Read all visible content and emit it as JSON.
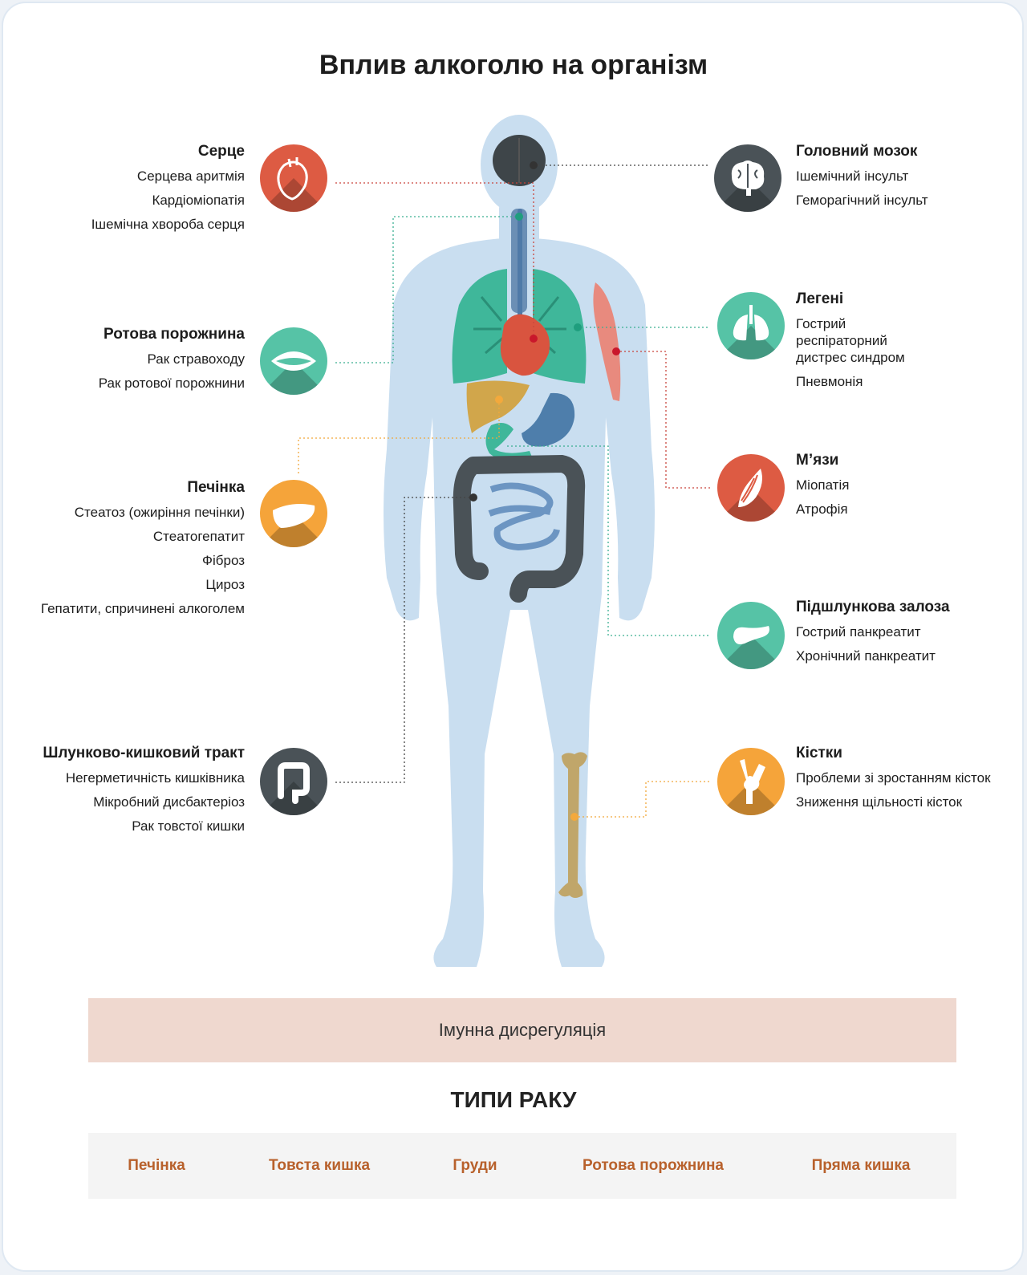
{
  "title": "Вплив алкоголю на організм",
  "left_groups": [
    {
      "heading": "Серце",
      "items": [
        "Серцева аритмія",
        "Кардіоміопатія",
        "Ішемічна хвороба серця"
      ],
      "icon": "heart-icon",
      "color": "#dd5b43"
    },
    {
      "heading": "Ротова порожнина",
      "items": [
        "Рак стравоходу",
        "Рак ротової порожнини"
      ],
      "icon": "mouth-icon",
      "color": "#56c3a6"
    },
    {
      "heading": "Печінка",
      "items": [
        "Стеатоз (ожиріння печінки)",
        "Стеатогепатит",
        "Фіброз",
        "Цироз",
        "Гепатити, спричинені алкоголем"
      ],
      "icon": "liver-icon",
      "color": "#f5a43a"
    },
    {
      "heading": "Шлунково-кишковий тракт",
      "items": [
        "Негерметичність кишківника",
        "Мікробний дисбактеріоз",
        "Рак товстої кишки"
      ],
      "icon": "intestine-icon",
      "color": "#4a5257"
    }
  ],
  "right_groups": [
    {
      "heading": "Головний мозок",
      "items": [
        "Ішемічний інсульт",
        "Геморагічний інсульт"
      ],
      "icon": "brain-icon",
      "color": "#4a5257"
    },
    {
      "heading": "Легені",
      "items": [
        "Гострий респіраторний дистрес синдром",
        "Пневмонія"
      ],
      "icon": "lungs-icon",
      "color": "#56c3a6"
    },
    {
      "heading": "М’язи",
      "items": [
        "Міопатія",
        "Атрофія"
      ],
      "icon": "muscle-icon",
      "color": "#dd5b43"
    },
    {
      "heading": "Підшлункова залоза",
      "items": [
        "Гострий панкреатит",
        "Хронічний панкреатит"
      ],
      "icon": "pancreas-icon",
      "color": "#56c3a6"
    },
    {
      "heading": "Кістки",
      "items": [
        "Проблеми зі зростанням кісток",
        "Зниження щільності кісток"
      ],
      "icon": "bone-icon",
      "color": "#f5a43a"
    }
  ],
  "immune_label": "Імунна дисрегуляція",
  "cancer": {
    "title": "ТИПИ РАКУ",
    "types": [
      "Печінка",
      "Товста кишка",
      "Груди",
      "Ротова порожнина",
      "Пряма кишка"
    ]
  }
}
